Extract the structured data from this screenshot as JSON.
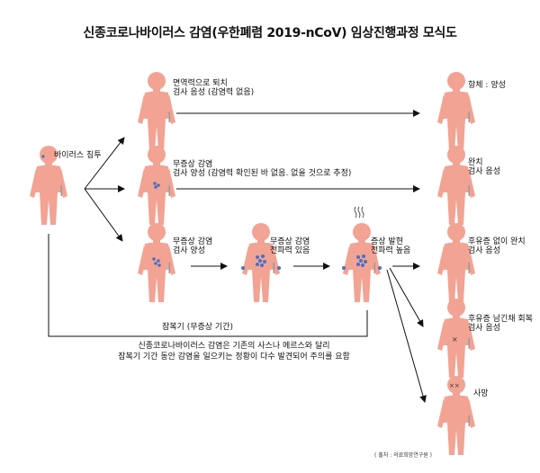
{
  "title": "신종코로나바이러스 감염(우한폐렴 2019-nCoV) 임상진행과정 모식도",
  "labels": {
    "infection": "바이러스 침투",
    "immune_line1": "면역력으로 퇴치",
    "immune_line2": "검사 음성 (감염력 없음)",
    "asym1_line1": "무증상 감염",
    "asym1_line2": "검사 양성 (감염력 확인된 바 없음. 없을 것으로 추정)",
    "asym2_line1": "무증상 감염",
    "asym2_line2": "검사 양성",
    "asym3_line1": "무증상 감염",
    "asym3_line2": "전파력 있음",
    "onset_line1": "증상 발현",
    "onset_line2": "전파력 높음",
    "antibody": "항체 : 양성",
    "cure_line1": "완치",
    "cure_line2": "검사 음성",
    "cure_nosequel_line1": "후유증 없이 완치",
    "cure_nosequel_line2": "검사 음성",
    "sequel_line1": "후유증 남긴채 회복",
    "sequel_line2": "검사 음성",
    "death": "사망",
    "incubation": "잠복기 (무증상 기간)"
  },
  "note": {
    "line1": "신종코로나바이러스 감염은 기존의 사스나 메르스와 달리",
    "line2": "잠복기 기간 동안 감염을 일으키는 정황이 다수 발견되어 주의를 요함"
  },
  "source": "( 출처 : 의료희망연구원 )",
  "colors": {
    "body": "#f2a393",
    "virus": "#4a6fc4",
    "line": "#111111"
  }
}
